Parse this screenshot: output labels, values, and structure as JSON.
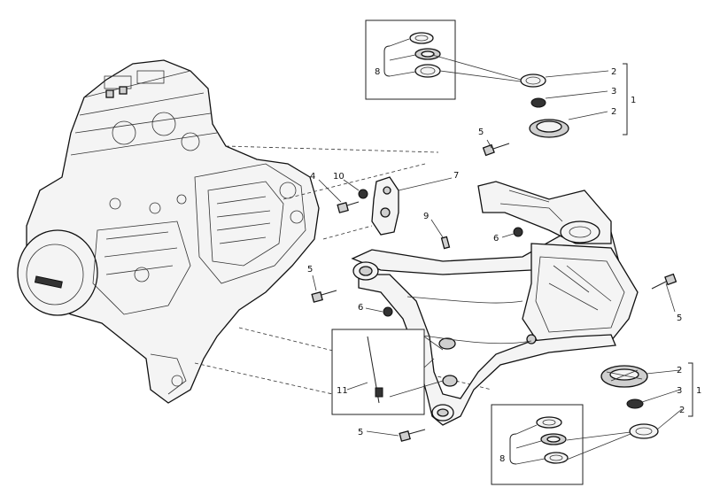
{
  "callouts": {
    "c1_top": "1",
    "c2_top": "2",
    "c3_top": "3",
    "c8_top": "8",
    "c4": "4",
    "c10": "10",
    "c7": "7",
    "c5_a": "5",
    "c5_b": "5",
    "c5_c": "5",
    "c5_d": "5",
    "c9": "9",
    "c6_a": "6",
    "c6_b": "6",
    "c11": "11",
    "c1_bot": "1",
    "c2_bot": "2",
    "c3_bot": "3",
    "c8_bot": "8"
  }
}
